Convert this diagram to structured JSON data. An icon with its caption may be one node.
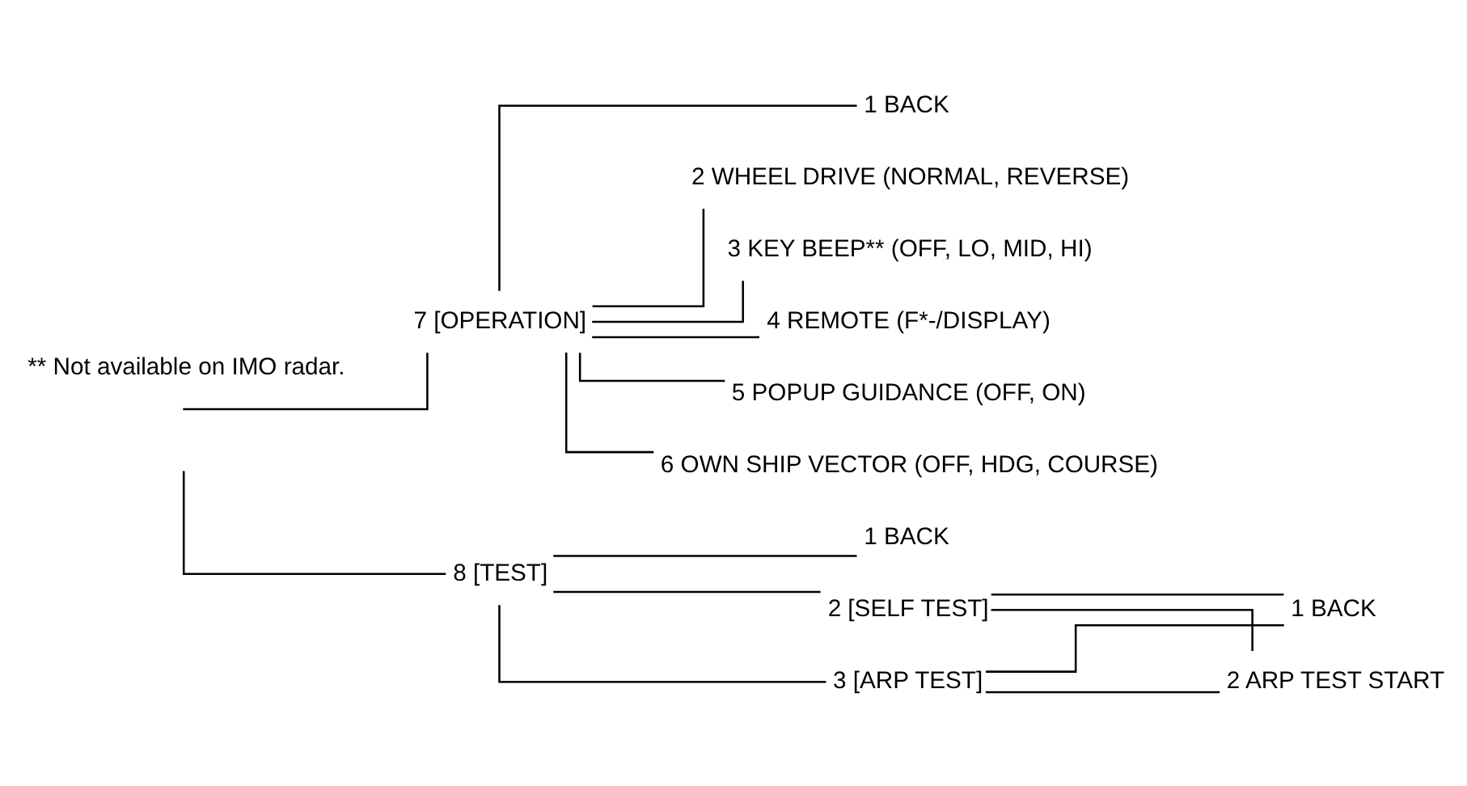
{
  "diagram": {
    "nodes": [
      {
        "text": [
          "7 [OPERATION]"
        ]
      },
      {
        "text": [
          "1 BACK"
        ]
      },
      {
        "text": [
          "2 WHEEL DRIVE (NORMAL, REVERSE)"
        ]
      },
      {
        "text": [
          "3 KEY BEEP** (OFF, LO, MID, HI)"
        ]
      },
      {
        "text": [
          "4 REMOTE (F*-/DISPLAY)"
        ]
      },
      {
        "text": [
          "5 POPUP GUIDANCE (OFF, ON)"
        ]
      },
      {
        "text": [
          "6 OWN SHIP VECTOR (OFF, HDG, COURSE)"
        ]
      },
      {
        "text": [
          "8 [TEST]"
        ]
      },
      {
        "text": [
          "1 BACK"
        ]
      },
      {
        "text": [
          "2 [SELF TEST]"
        ]
      },
      {
        "text": [
          "3 [ARP TEST]"
        ]
      },
      {
        "text": [
          "1 BACK"
        ]
      },
      {
        "text": [
          "2 ARP TEST START"
        ]
      }
    ],
    "edges": [
      {
        "from": null,
        "to": 0,
        "arrow": "none"
      },
      {
        "from": null,
        "to": 7,
        "arrow": "none"
      },
      {
        "from": 0,
        "to": 1,
        "arrow": "none"
      },
      {
        "from": 0,
        "to": 2,
        "arrow": "none"
      },
      {
        "from": 0,
        "to": 3,
        "arrow": "none"
      },
      {
        "from": 0,
        "to": 4,
        "arrow": "none"
      },
      {
        "from": 0,
        "to": 5,
        "arrow": "none"
      },
      {
        "from": 0,
        "to": 6,
        "arrow": "none"
      },
      {
        "from": 7,
        "to": 8,
        "arrow": "none"
      },
      {
        "from": 7,
        "to": 9,
        "arrow": "none"
      },
      {
        "from": 7,
        "to": 10,
        "arrow": "none"
      },
      {
        "from": 9,
        "to": 11,
        "arrow": "none"
      },
      {
        "from": 9,
        "to": 12,
        "arrow": "none"
      },
      {
        "from": 10,
        "to": 11,
        "arrow": "none"
      },
      {
        "from": 10,
        "to": 12,
        "arrow": "none"
      }
    ],
    "labels": [
      "** Not available on IMO radar."
    ]
  }
}
